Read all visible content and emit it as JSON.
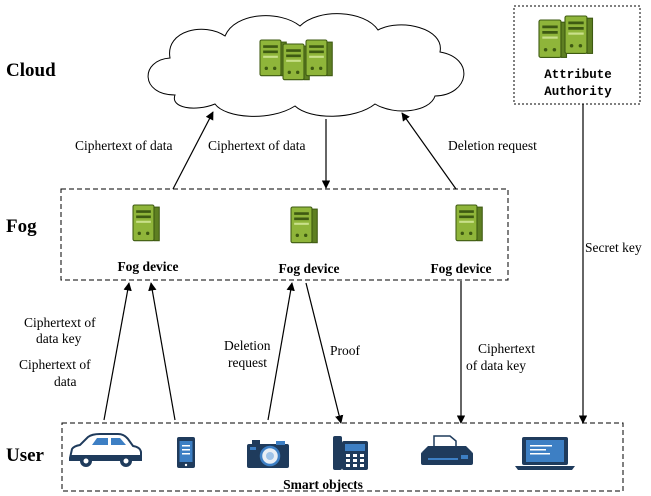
{
  "layers": {
    "cloud": "Cloud",
    "fog": "Fog",
    "user": "User"
  },
  "authority": {
    "line1": "Attribute",
    "line2": "Authority"
  },
  "fog_devices": {
    "left": "Fog device",
    "middle": "Fog device",
    "right": "Fog device"
  },
  "edges": {
    "fog_to_cloud": "Ciphertext of data",
    "cloud_to_fog": "Ciphertext of data",
    "deletion_to_cloud": "Deletion request",
    "secret_key": "Secret key",
    "ct_data_key_l1": "Ciphertext of",
    "ct_data_key_l2": "data key",
    "ct_data_l1": "Ciphertext of",
    "ct_data_l2": "data",
    "deletion_l1": "Deletion",
    "deletion_l2": "request",
    "proof": "Proof",
    "ct_key_right_l1": "Ciphertext",
    "ct_key_right_l2": "of data key"
  },
  "smart_objects": {
    "label": "Smart objects",
    "items": [
      "car-icon",
      "smartphone-icon",
      "camera-icon",
      "telephone-icon",
      "printer-icon",
      "laptop-icon"
    ]
  },
  "colors": {
    "server_green": "#8fb53a",
    "server_dark": "#4f6e1a",
    "device_navy": "#1f3b5c",
    "device_blue": "#3d7fc4"
  }
}
